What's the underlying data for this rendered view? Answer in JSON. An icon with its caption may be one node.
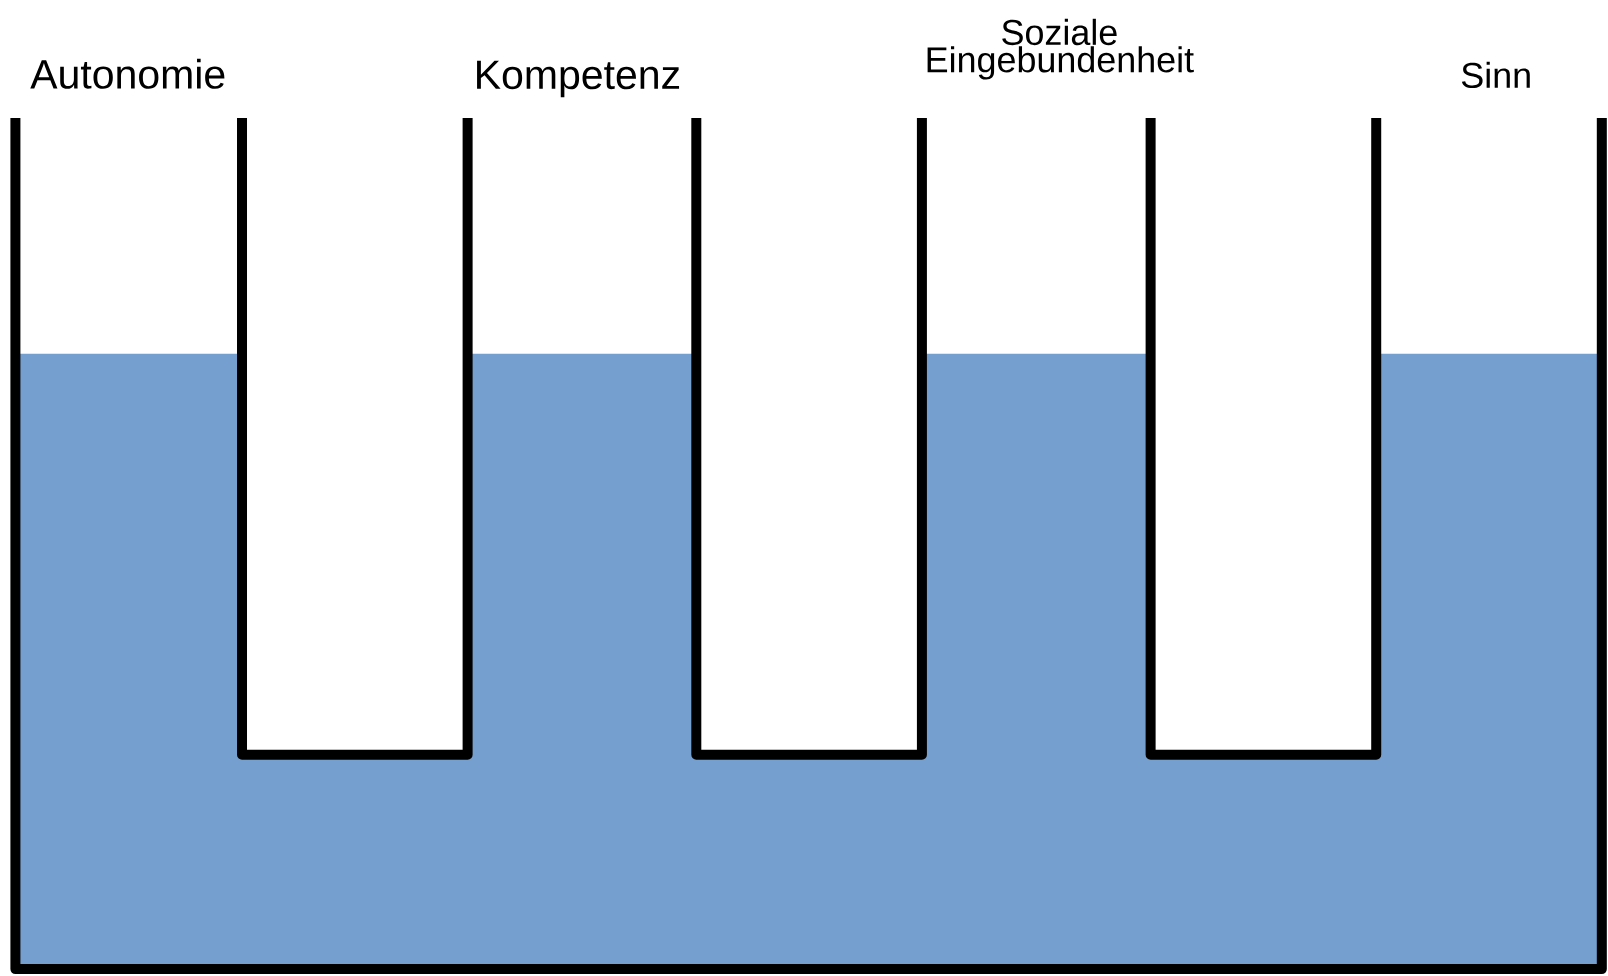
{
  "diagram": {
    "labels": [
      "Autonomie",
      "Kompetenz",
      "Soziale Eingebundenheit",
      "Sinn"
    ]
  }
}
